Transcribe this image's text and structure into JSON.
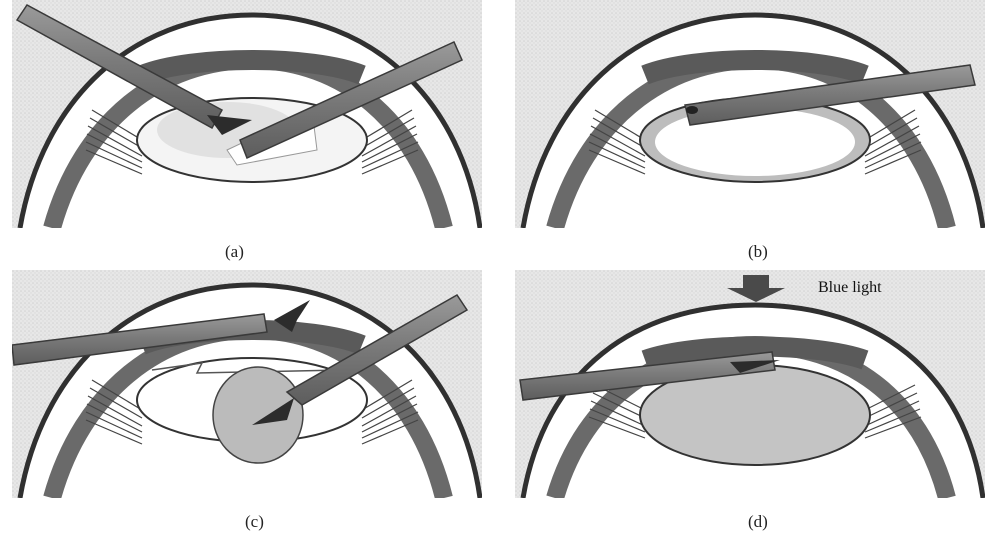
{
  "panels": [
    {
      "id": "a",
      "caption": "(a)"
    },
    {
      "id": "b",
      "caption": "(b)"
    },
    {
      "id": "c",
      "caption": "(c)"
    },
    {
      "id": "d",
      "caption": "(d)",
      "annotation": "Blue light"
    }
  ]
}
